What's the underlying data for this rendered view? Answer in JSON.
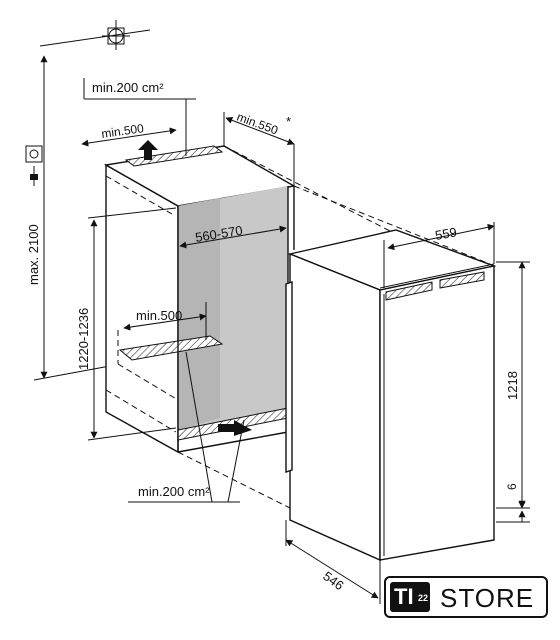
{
  "labels": {
    "vent_top_area": "min.200 cm²",
    "vent_top_width": "min.500",
    "depth_min": "min.550",
    "depth_asterisk": "*",
    "niche_width": "560-570",
    "inner_vent_width": "min.500",
    "niche_height": "1220-1236",
    "max_height": "max. 2100",
    "vent_bottom_area": "min.200 cm²",
    "unit_width": "559",
    "unit_height": "1218",
    "plinth_gap": "6",
    "unit_depth": "546"
  },
  "logo": {
    "mark": "TI",
    "superscript": "22",
    "word": "STORE"
  }
}
